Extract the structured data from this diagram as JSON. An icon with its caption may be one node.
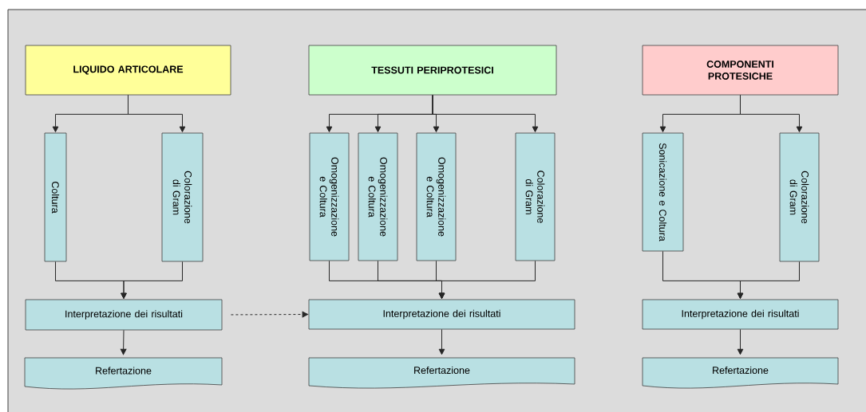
{
  "diagram": {
    "nodes": [
      {
        "text": [
          "LIQUIDO ARTICOLARE"
        ]
      },
      {
        "text": [
          "Coltura"
        ]
      },
      {
        "text": [
          "Colorazione di Gram"
        ]
      },
      {
        "text": [
          "Interpretazione dei risultati"
        ]
      },
      {
        "text": [
          "Refertazione"
        ]
      },
      {
        "text": [
          "TESSUTI PERIPROTESICI"
        ]
      },
      {
        "text": [
          "Omogenizzazione e Coltura"
        ]
      },
      {
        "text": [
          "Omogenizzazione e Coltura"
        ]
      },
      {
        "text": [
          "Omogenizzazione e Coltura"
        ]
      },
      {
        "text": [
          "Colorazione di Gram"
        ]
      },
      {
        "text": [
          "Interpretazione dei risultati"
        ]
      },
      {
        "text": [
          "Refertazione"
        ]
      },
      {
        "text": [
          "COMPONENTI PROTESICHE"
        ]
      },
      {
        "text": [
          "Sonicazione e Coltura"
        ]
      },
      {
        "text": [
          "Colorazione di Gram"
        ]
      },
      {
        "text": [
          "Interpretazione dei risultati"
        ]
      },
      {
        "text": [
          "Refertazione"
        ]
      }
    ],
    "edges": [
      {
        "from": 0,
        "to": 1,
        "arrow": "to"
      },
      {
        "from": 0,
        "to": 2,
        "arrow": "to"
      },
      {
        "from": 1,
        "to": 3,
        "arrow": "to"
      },
      {
        "from": 2,
        "to": 3,
        "arrow": "to"
      },
      {
        "from": 3,
        "to": 4,
        "arrow": "to"
      },
      {
        "from": 3,
        "to": 10,
        "arrow": "to",
        "style": "dashed"
      },
      {
        "from": 5,
        "to": 6,
        "arrow": "to"
      },
      {
        "from": 5,
        "to": 7,
        "arrow": "to"
      },
      {
        "from": 5,
        "to": 8,
        "arrow": "to"
      },
      {
        "from": 5,
        "to": 9,
        "arrow": "to"
      },
      {
        "from": 6,
        "to": 10,
        "arrow": "to"
      },
      {
        "from": 7,
        "to": 10,
        "arrow": "to"
      },
      {
        "from": 8,
        "to": 10,
        "arrow": "to"
      },
      {
        "from": 9,
        "to": 10,
        "arrow": "to"
      },
      {
        "from": 10,
        "to": 11,
        "arrow": "to"
      },
      {
        "from": 12,
        "to": 13,
        "arrow": "to"
      },
      {
        "from": 12,
        "to": 14,
        "arrow": "to"
      },
      {
        "from": 13,
        "to": 15,
        "arrow": "to"
      },
      {
        "from": 14,
        "to": 15,
        "arrow": "to"
      },
      {
        "from": 15,
        "to": 16,
        "arrow": "to"
      }
    ]
  }
}
